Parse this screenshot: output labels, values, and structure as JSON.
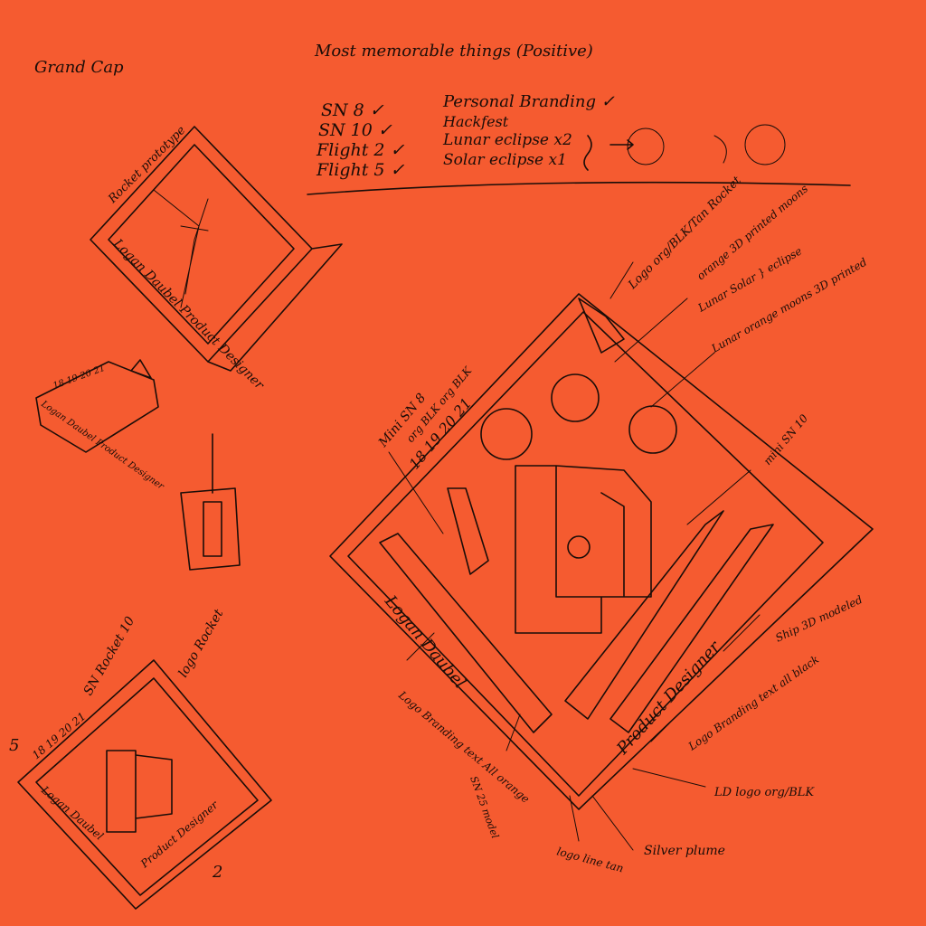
{
  "colors": {
    "paper": "#F55B30",
    "ink": "#1a0d08"
  },
  "header": {
    "corner_title": "Grand Cap",
    "title": "Most memorable things (Positive)"
  },
  "checklist": {
    "left": [
      "SN 8 ✓",
      "SN 10 ✓",
      "Flight 2 ✓",
      "Flight 5 ✓"
    ],
    "right": [
      "Personal Branding ✓",
      "Hackfest",
      "Lunar eclipse x2",
      "Solar eclipse x1"
    ]
  },
  "sketch1": {
    "note": "Rocket prototype",
    "text": "Logan Daubel Product Designer"
  },
  "sketch2": {
    "date": "18 19 20 21",
    "text": "Logan Daubel Product Designer"
  },
  "sketch4": {
    "top_left": "SN Rocket 10",
    "top_right": "logo Rocket",
    "date": "18 19 20 21",
    "text_left": "Logan Daubel",
    "text_right": "Product Designer",
    "num_5": "5",
    "num_2": "2"
  },
  "main": {
    "text_left": "Logan Daubel",
    "text_right": "Product Designer",
    "dates": "18 19 20 21",
    "date_colors": "org BLK org BLK",
    "annotations": {
      "logo_rocket": "Logo org/BLK/Tan Rocket",
      "orange_3d": "orange 3D printed moons",
      "eclipse": "Lunar Solar } eclipse",
      "lunar_3d": "Lunar orange moons 3D printed",
      "mini_sn8": "Mini SN 8",
      "mini_sn10": "mini SN 10",
      "ship_3d": "Ship 3D modeled",
      "logo_branding_black": "Logo Branding text all black",
      "logo_branding_orange": "Logo Branding text All orange",
      "sn_model": "SN 25 model",
      "ld_logo": "LD logo org/BLK",
      "logo_line": "logo line tan",
      "silver_plume": "Silver plume"
    }
  }
}
